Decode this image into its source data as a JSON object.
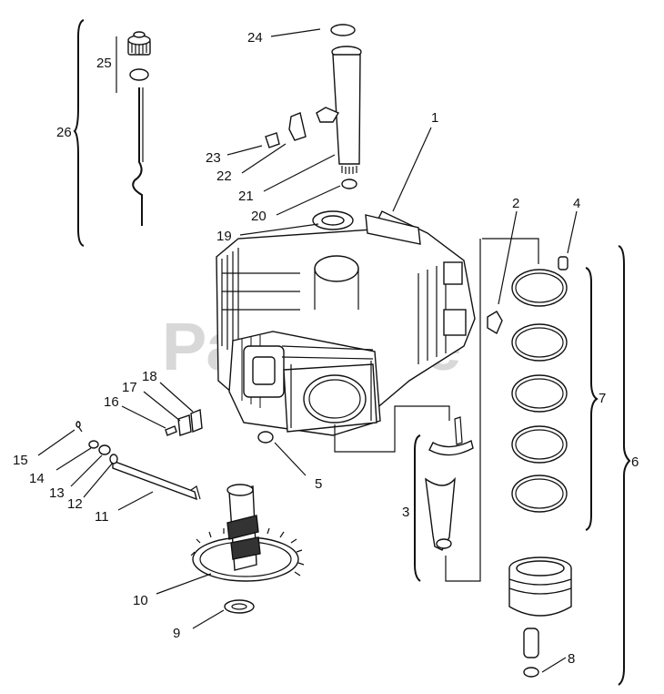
{
  "watermark": "PartsTree",
  "callouts": [
    {
      "id": "c1",
      "label": "1"
    },
    {
      "id": "c2",
      "label": "2"
    },
    {
      "id": "c3",
      "label": "3"
    },
    {
      "id": "c4",
      "label": "4"
    },
    {
      "id": "c5",
      "label": "5"
    },
    {
      "id": "c6",
      "label": "6"
    },
    {
      "id": "c7",
      "label": "7"
    },
    {
      "id": "c8",
      "label": "8"
    },
    {
      "id": "c9",
      "label": "9"
    },
    {
      "id": "c10",
      "label": "10"
    },
    {
      "id": "c11",
      "label": "11"
    },
    {
      "id": "c12",
      "label": "12"
    },
    {
      "id": "c13",
      "label": "13"
    },
    {
      "id": "c14",
      "label": "14"
    },
    {
      "id": "c15",
      "label": "15"
    },
    {
      "id": "c16",
      "label": "16"
    },
    {
      "id": "c17",
      "label": "17"
    },
    {
      "id": "c18",
      "label": "18"
    },
    {
      "id": "c19",
      "label": "19"
    },
    {
      "id": "c20",
      "label": "20"
    },
    {
      "id": "c21",
      "label": "21"
    },
    {
      "id": "c22",
      "label": "22"
    },
    {
      "id": "c23",
      "label": "23"
    },
    {
      "id": "c24",
      "label": "24"
    },
    {
      "id": "c25",
      "label": "25"
    },
    {
      "id": "c26",
      "label": "26"
    }
  ]
}
